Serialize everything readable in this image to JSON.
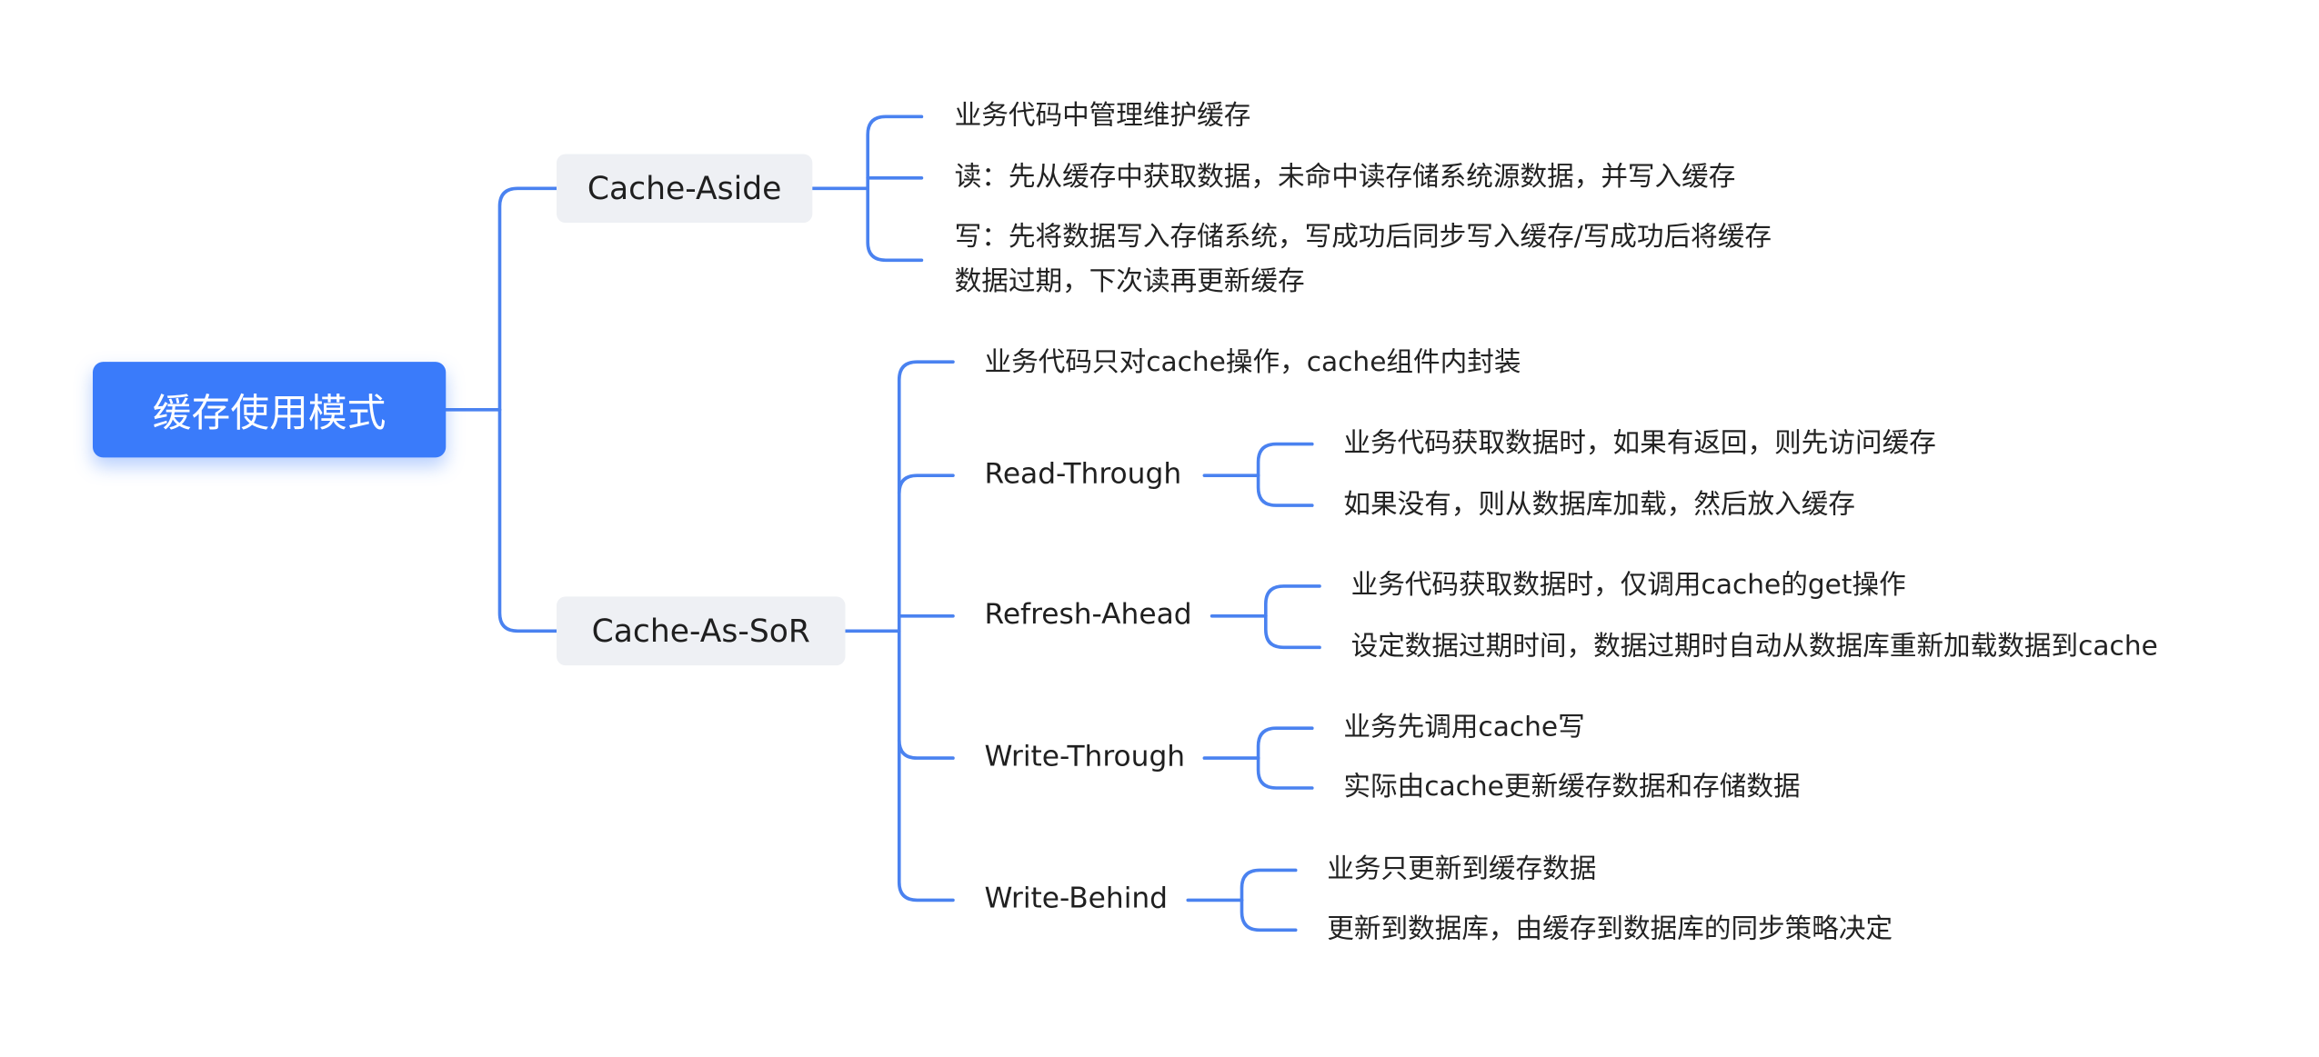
{
  "root": {
    "label": "缓存使用模式"
  },
  "branches": {
    "cache_aside": {
      "label": "Cache-Aside",
      "leaves": {
        "manage": "业务代码中管理维护缓存",
        "read": "读：先从缓存中获取数据，未命中读存储系统源数据，并写入缓存",
        "write_line1": "写：先将数据写入存储系统，写成功后同步写入缓存/写成功后将缓存",
        "write_line2": "数据过期，下次读再更新缓存"
      }
    },
    "cache_as_sor": {
      "label": "Cache-As-SoR",
      "intro": "业务代码只对cache操作，cache组件内封装",
      "read_through": {
        "label": "Read-Through",
        "leaves": [
          "业务代码获取数据时，如果有返回，则先访问缓存",
          "如果没有，则从数据库加载，然后放入缓存"
        ]
      },
      "refresh_ahead": {
        "label": "Refresh-Ahead",
        "leaves": [
          "业务代码获取数据时，仅调用cache的get操作",
          "设定数据过期时间，数据过期时自动从数据库重新加载数据到cache"
        ]
      },
      "write_through": {
        "label": "Write-Through",
        "leaves": [
          "业务先调用cache写",
          "实际由cache更新缓存数据和存储数据"
        ]
      },
      "write_behind": {
        "label": "Write-Behind",
        "leaves": [
          "业务只更新到缓存数据",
          "更新到数据库，由缓存到数据库的同步策略决定"
        ]
      }
    }
  },
  "colors": {
    "connector": "#4a82f0",
    "root_fill": "#3a7bfa",
    "branch_fill": "#eef0f4"
  }
}
